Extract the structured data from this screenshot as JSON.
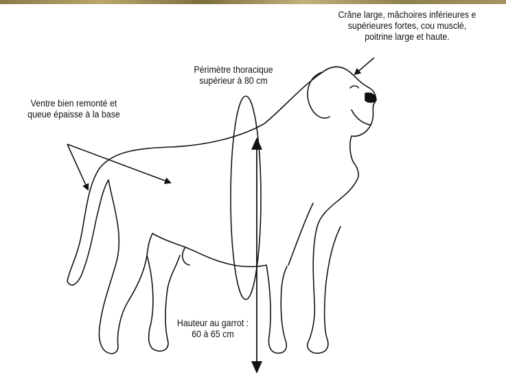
{
  "labels": {
    "head": {
      "line1": "Crâne large, mâchoires inférieures e",
      "line2": "supérieures fortes, cou musclé,",
      "line3": "poitrine large et haute."
    },
    "chest": {
      "line1": "Périmètre thoracique",
      "line2": "supérieur à 80 cm"
    },
    "belly": {
      "line1": "Ventre bien remonté  et",
      "line2": "queue épaisse à la base"
    },
    "height": {
      "line1": "Hauteur au garrot :",
      "line2": "60 à 65 cm"
    }
  },
  "colors": {
    "ink": "#111111",
    "background": "#ffffff",
    "top_strip": "#a59560"
  }
}
